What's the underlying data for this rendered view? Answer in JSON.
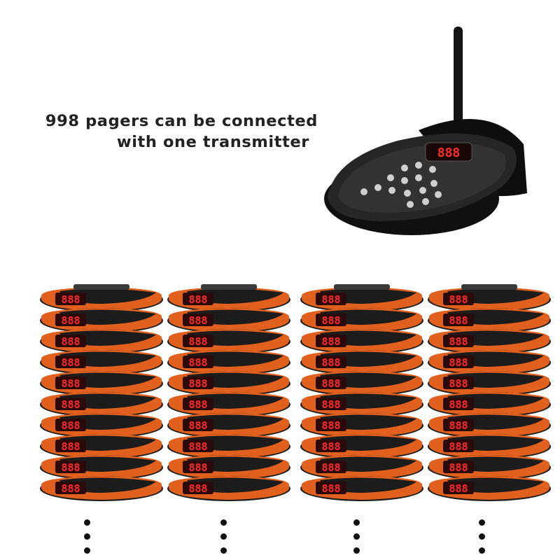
{
  "headline": {
    "line1": "998 pagers can be connected",
    "line2": "with one transmitter"
  },
  "transmitter": {
    "display": "888"
  },
  "pagers": {
    "display": "888",
    "stacks": 4,
    "per_stack": 10,
    "accent_color": "#e2601e",
    "body_color": "#1c1c1c",
    "digit_color": "#ff2a2a"
  },
  "icons": {
    "continuation": "vertical-ellipsis-icon",
    "transmitter": "transmitter-base-icon",
    "pager": "coaster-pager-icon"
  }
}
